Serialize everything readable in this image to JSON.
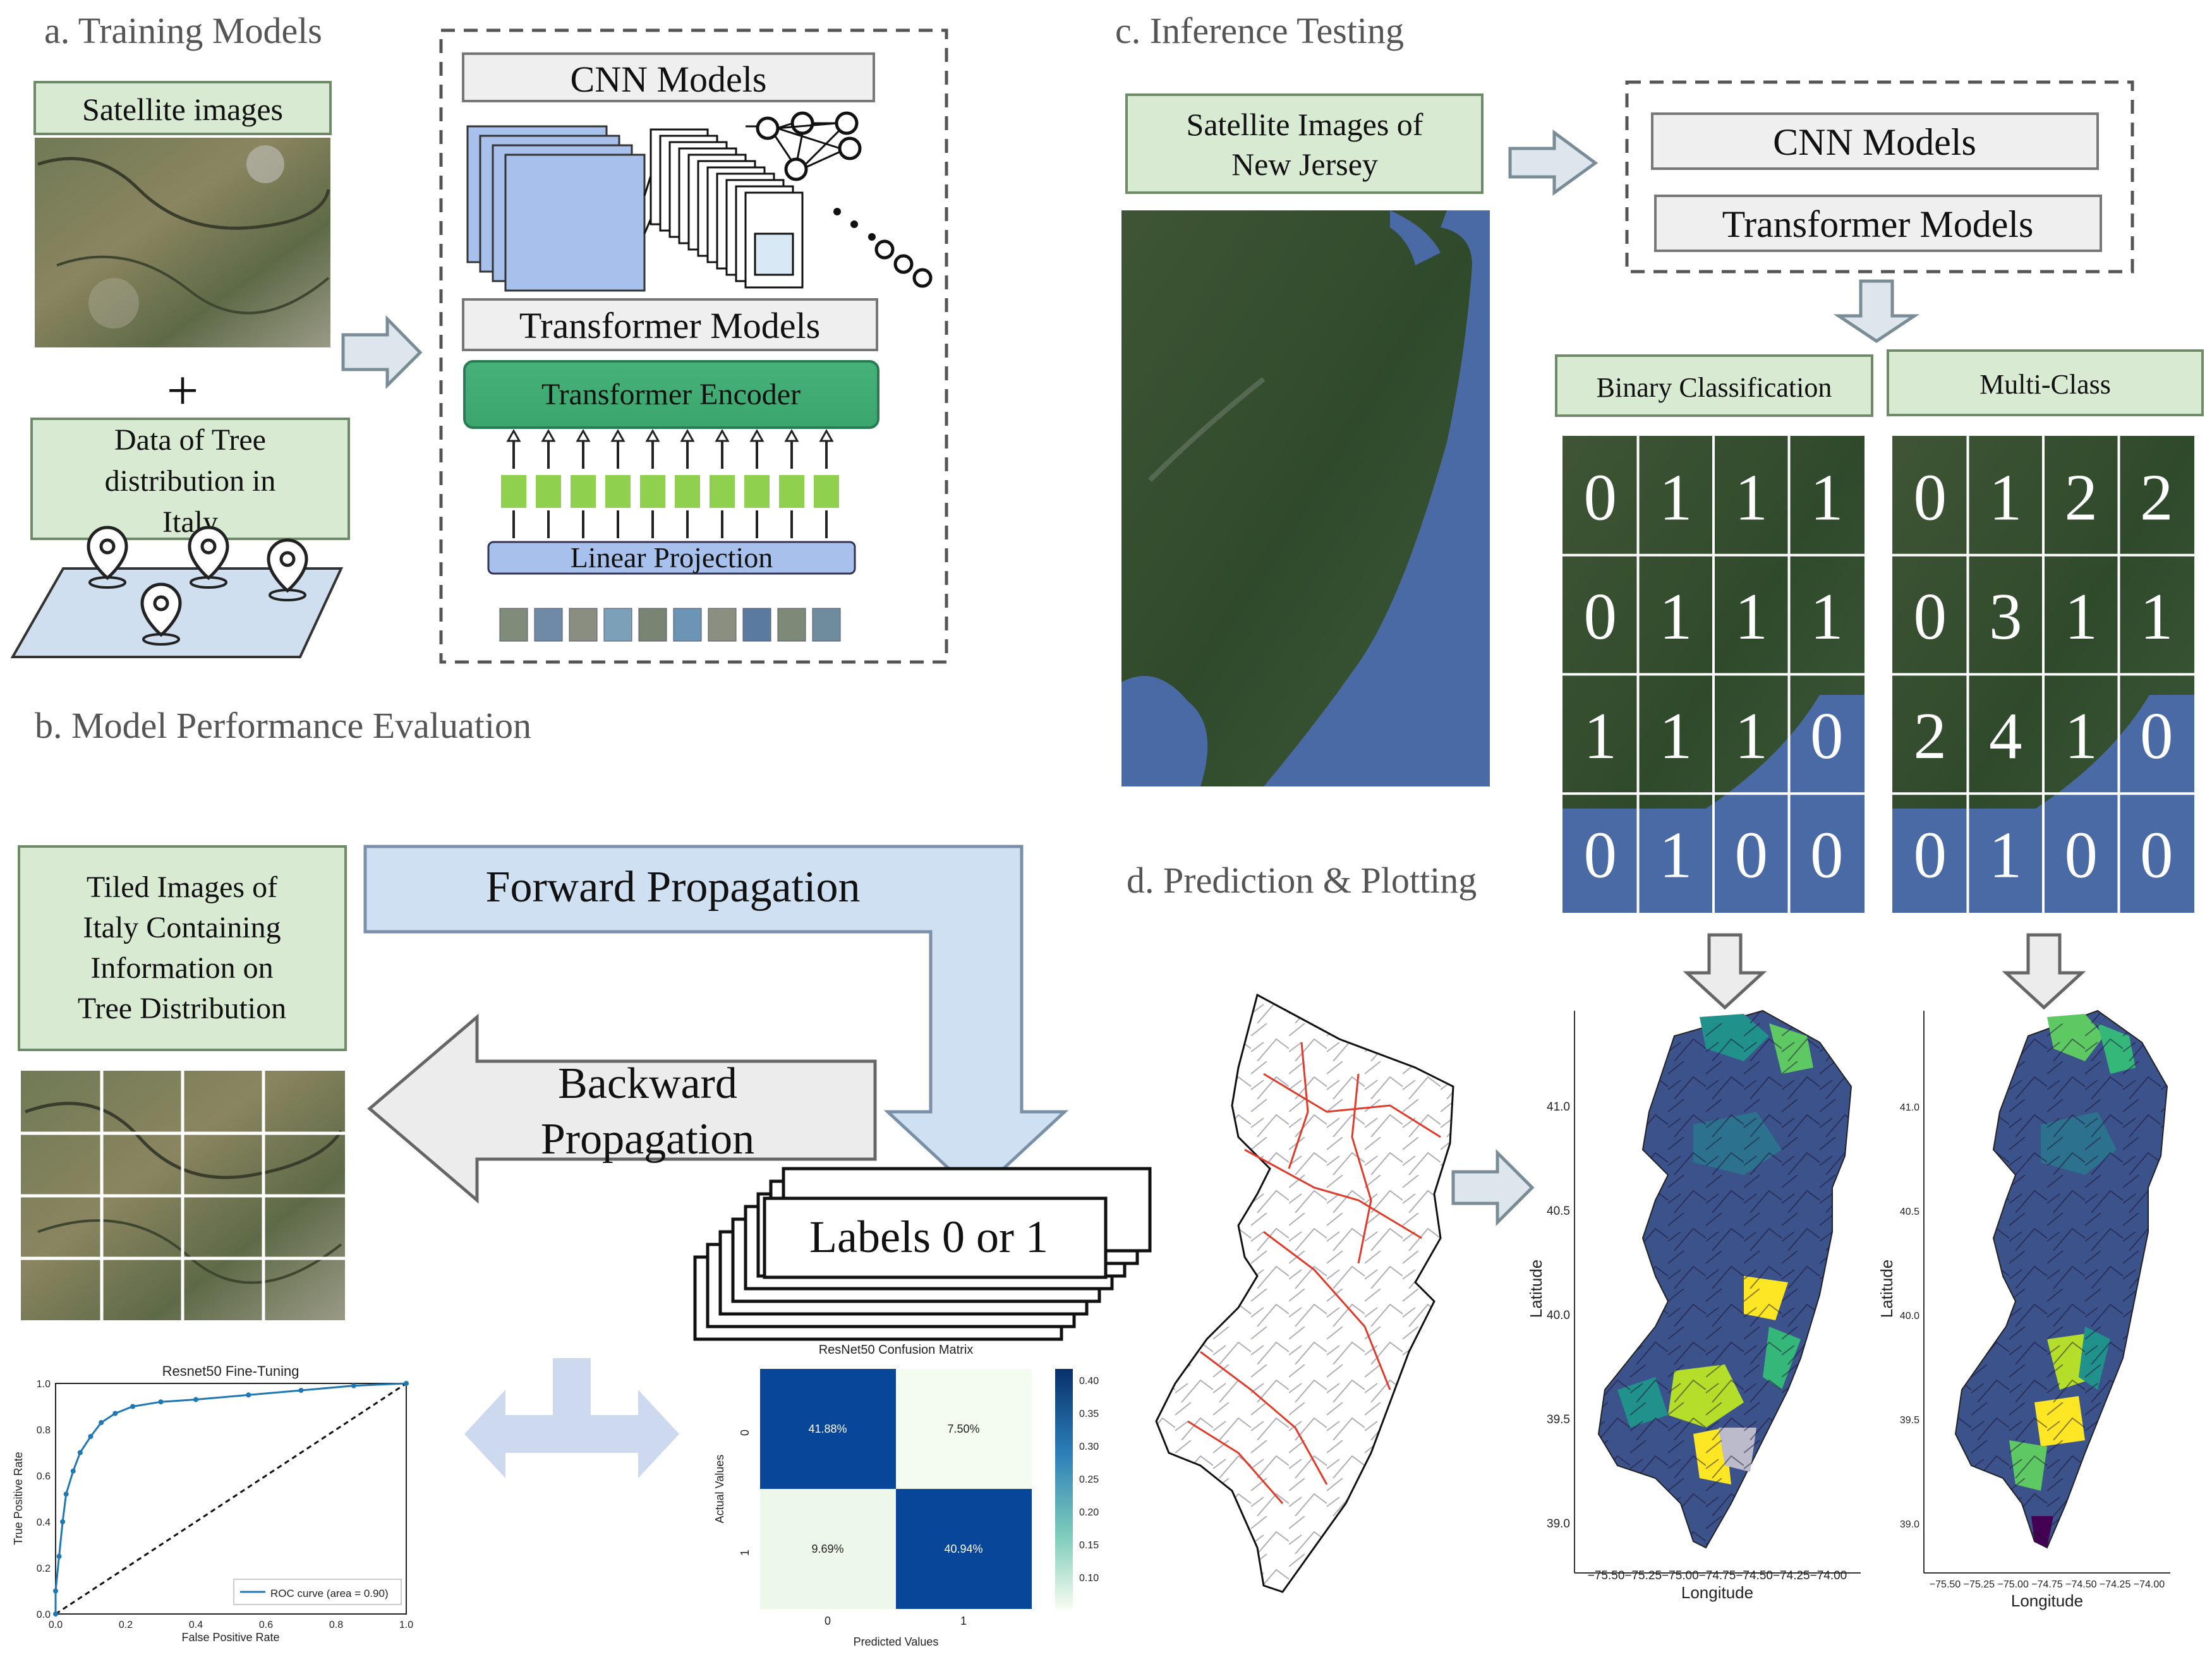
{
  "sections": {
    "a": "a. Training Models",
    "b": "b. Model Performance Evaluation",
    "c": "c. Inference Testing",
    "d": "d. Prediction & Plotting"
  },
  "training": {
    "satellite_label": "Satellite images",
    "plus": "+",
    "tree_data_lines": [
      "Data of Tree",
      "distribution in",
      "Italy"
    ],
    "cnn_models": "CNN Models",
    "transformer_models": "Transformer Models",
    "transformer_encoder": "Transformer Encoder",
    "linear_projection": "Linear Projection",
    "ellipsis": ". . ."
  },
  "evaluation": {
    "tiled_lines": [
      "Tiled Images of",
      "Italy Containing",
      "Information on",
      "Tree Distribution"
    ],
    "forward": "Forward Propagation",
    "backward_lines": [
      "Backward",
      "Propagation"
    ],
    "labels": "Labels 0 or 1"
  },
  "inference": {
    "nj_lines": [
      "Satellite Images of",
      "New Jersey"
    ],
    "cnn_models": "CNN Models",
    "transformer_models": "Transformer Models",
    "binary_title": "Binary Classification",
    "multi_title": "Multi-Class",
    "binary_grid": [
      [
        "0",
        "1",
        "1",
        "1"
      ],
      [
        "0",
        "1",
        "1",
        "1"
      ],
      [
        "1",
        "1",
        "1",
        "0"
      ],
      [
        "0",
        "1",
        "0",
        "0"
      ]
    ],
    "multi_grid": [
      [
        "0",
        "1",
        "2",
        "2"
      ],
      [
        "0",
        "3",
        "1",
        "1"
      ],
      [
        "2",
        "4",
        "1",
        "0"
      ],
      [
        "0",
        "1",
        "0",
        "0"
      ]
    ]
  },
  "roc_chart": {
    "title": "Resnet50 Fine-Tuning",
    "xlabel": "False Positive Rate",
    "ylabel": "True Positive Rate",
    "legend": "ROC curve (area = 0.90)",
    "ticks": [
      "0.0",
      "0.2",
      "0.4",
      "0.6",
      "0.8",
      "1.0"
    ]
  },
  "confusion": {
    "title": "ResNet50 Confusion Matrix",
    "xlabel": "Predicted Values",
    "ylabel": "Actual Values",
    "row_labels": [
      "0",
      "1"
    ],
    "col_labels": [
      "0",
      "1"
    ],
    "colorbar_ticks": [
      "0.40",
      "0.35",
      "0.30",
      "0.25",
      "0.20",
      "0.15",
      "0.10"
    ],
    "cells": [
      [
        "41.88%",
        "7.50%"
      ],
      [
        "9.69%",
        "40.94%"
      ]
    ]
  },
  "nj_maps": {
    "binary": {
      "xlabel": "Longitude",
      "ylabel": "Latitude",
      "xticks": "−75.50−75.25−75.00−74.75−74.50−74.25−74.00",
      "yticks": [
        "41.0",
        "40.5",
        "40.0",
        "39.5",
        "39.0"
      ]
    },
    "multi": {
      "xlabel": "Longitude",
      "ylabel": "Latitude",
      "xticks": "−75.50 −75.25 −75.00 −74.75 −74.50 −74.25 −74.00",
      "yticks": [
        "41.0",
        "40.5",
        "40.0",
        "39.5",
        "39.0"
      ]
    }
  },
  "chart_data": [
    {
      "type": "line",
      "title": "Resnet50 Fine-Tuning",
      "xlabel": "False Positive Rate",
      "ylabel": "True Positive Rate",
      "xlim": [
        0,
        1
      ],
      "ylim": [
        0,
        1
      ],
      "series": [
        {
          "name": "ROC curve (area = 0.90)",
          "x": [
            0,
            0,
            0.01,
            0.02,
            0.03,
            0.05,
            0.07,
            0.1,
            0.13,
            0.17,
            0.22,
            0.3,
            0.4,
            0.55,
            0.7,
            0.85,
            1.0
          ],
          "y": [
            0,
            0.1,
            0.25,
            0.4,
            0.52,
            0.62,
            0.7,
            0.77,
            0.83,
            0.87,
            0.9,
            0.92,
            0.93,
            0.95,
            0.97,
            0.99,
            1.0
          ]
        }
      ]
    },
    {
      "type": "heatmap",
      "title": "ResNet50 Confusion Matrix",
      "xlabel": "Predicted Values",
      "ylabel": "Actual Values",
      "categories": [
        "0",
        "1"
      ],
      "values": [
        [
          41.88,
          7.5
        ],
        [
          9.69,
          40.94
        ]
      ]
    }
  ]
}
